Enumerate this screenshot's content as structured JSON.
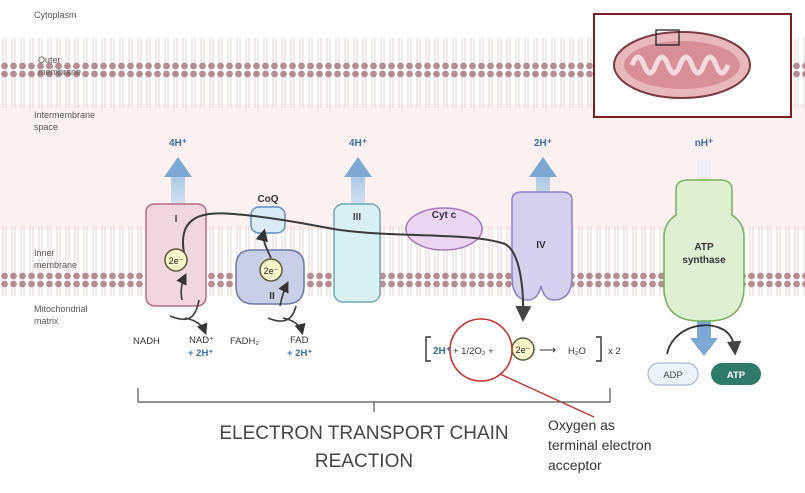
{
  "regions": {
    "cytoplasm": "Cytoplasm",
    "outer_membrane": [
      "Outer",
      "membrane"
    ],
    "intermembrane_space": [
      "Intermembrane",
      "space"
    ],
    "inner_membrane": [
      "Inner",
      "membrane"
    ],
    "matrix": [
      "Mitochondrial",
      "matrix"
    ]
  },
  "protons_pumped": {
    "complex1": "4H⁺",
    "complex3": "4H⁺",
    "complex4": "2H⁺",
    "atp_synthase": "nH⁺"
  },
  "complexes": {
    "c1": "I",
    "c2": "II",
    "c3": "III",
    "c4": "IV",
    "coq": "CoQ",
    "cytc": "Cyt c",
    "atp_synthase": [
      "ATP",
      "synthase"
    ]
  },
  "electron_label": "2e⁻",
  "reactants": {
    "nadh": "NADH",
    "nad": "NAD⁺",
    "nad_h": "+ 2H⁺",
    "fadh2": "FADH₂",
    "fad": "FAD",
    "fad_h": "+ 2H⁺"
  },
  "water_reaction": {
    "protons": "2H⁺",
    "oxygen": "+ 1/2O₂ +",
    "arrow": "⟶",
    "water": "H₂O",
    "multiplier": "x 2"
  },
  "atp": {
    "adp": "ADP",
    "atp": "ATP"
  },
  "title": [
    "ELECTRON TRANSPORT CHAIN",
    "REACTION"
  ],
  "annotation": [
    "Oxygen as",
    "terminal electron",
    "acceptor"
  ],
  "colors": {
    "proton_blue": "#3a6ea5",
    "membrane_head": "#b88a92",
    "membrane_tail": "#e6d3d6",
    "intermembrane_bg": "#fcf1f0",
    "highlight_red": "#c0342c",
    "atp_teal": "#2f7a6a"
  }
}
